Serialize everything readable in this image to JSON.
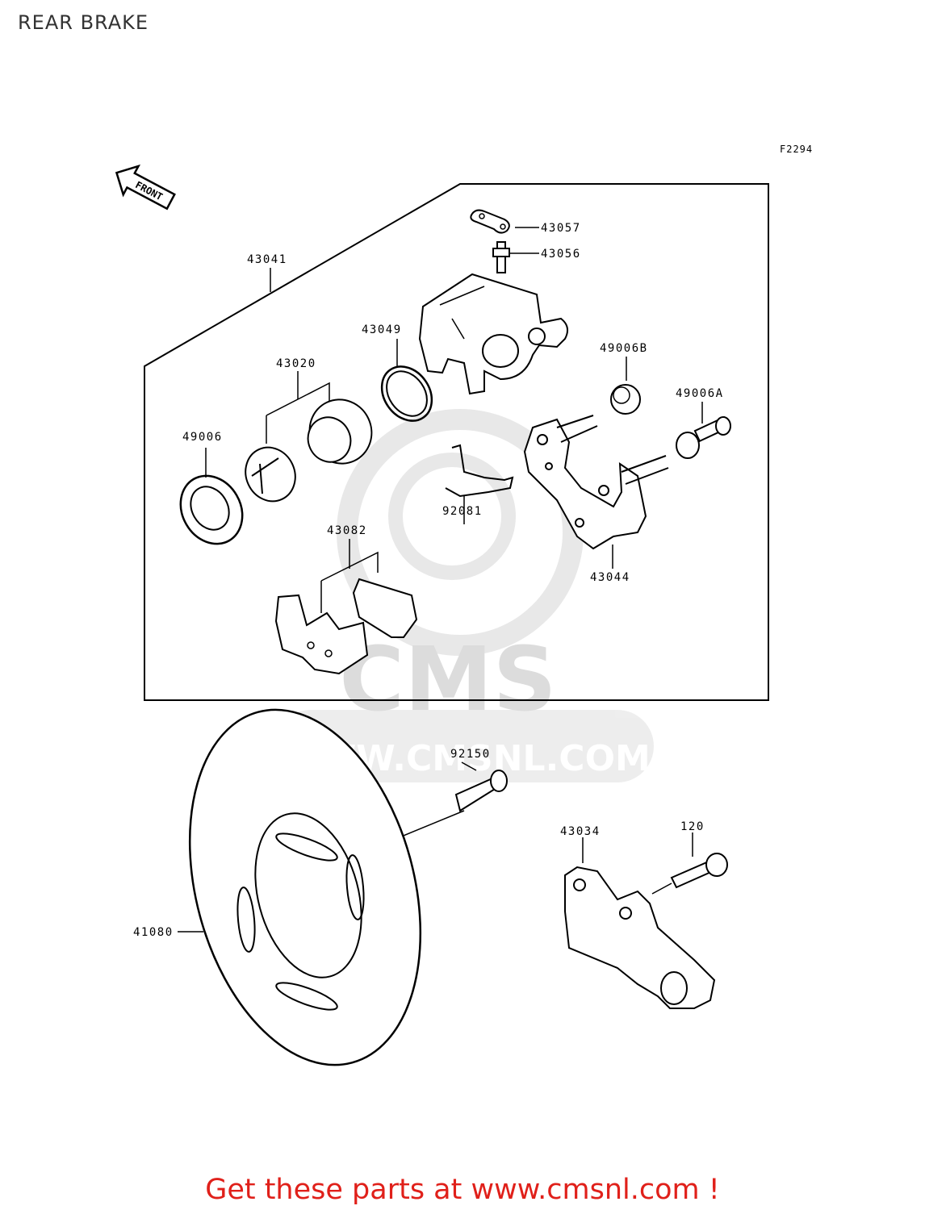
{
  "title": "REAR BRAKE",
  "figure_code": "F2294",
  "front_arrow_label": "FRONT",
  "watermark": {
    "brand": "CMS",
    "url": "WWW.CMSNL.COM"
  },
  "parts": [
    {
      "id": "43057"
    },
    {
      "id": "43056"
    },
    {
      "id": "43041"
    },
    {
      "id": "43049"
    },
    {
      "id": "43020"
    },
    {
      "id": "49006B"
    },
    {
      "id": "49006A"
    },
    {
      "id": "49006"
    },
    {
      "id": "43082"
    },
    {
      "id": "92081"
    },
    {
      "id": "43044"
    },
    {
      "id": "92150"
    },
    {
      "id": "43034"
    },
    {
      "id": "120"
    },
    {
      "id": "41080"
    }
  ],
  "footer": "Get these parts at www.cmsnl.com !"
}
